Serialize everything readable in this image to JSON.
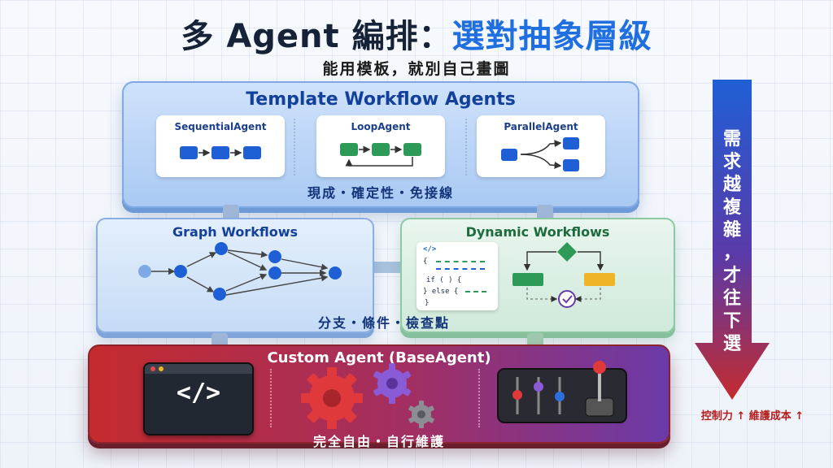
{
  "header": {
    "title_part1": "多 Agent 編排：",
    "title_part2": "選對抽象層級",
    "subtitle": "能用模板，就別自己畫圖"
  },
  "layer1": {
    "title": "Template Workflow Agents",
    "cards": [
      {
        "label": "SequentialAgent"
      },
      {
        "label": "LoopAgent"
      },
      {
        "label": "ParallelAgent"
      }
    ],
    "caption": "現成・確定性・免接線"
  },
  "layer2": {
    "graph_title": "Graph Workflows",
    "dynamic_title": "Dynamic Workflows",
    "code_lines": [
      "</>",
      "{",
      "if (   ) {",
      "} else {",
      "}"
    ],
    "caption": "分支・條件・檢查點"
  },
  "layer3": {
    "title": "Custom Agent (BaseAgent)",
    "code_icon": "</>",
    "caption": "完全自由・自行維護"
  },
  "side": {
    "arrow_chars": [
      "需",
      "求",
      "越",
      "複",
      "雜",
      "，",
      "才",
      "往",
      "下",
      "選"
    ],
    "bottom_note": "控制力 ↑  維護成本 ↑"
  },
  "colors": {
    "accent_blue": "#1f6fe0",
    "green": "#2e9a57",
    "red": "#c42b2e",
    "purple": "#6a3aa8"
  }
}
